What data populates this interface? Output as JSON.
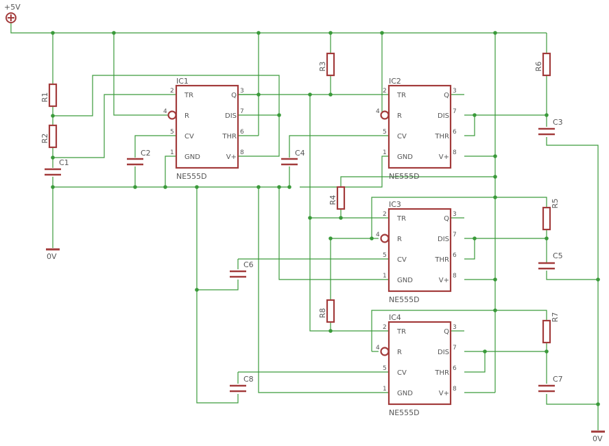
{
  "supply": {
    "label": "+5V"
  },
  "grounds": [
    "0V",
    "0V"
  ],
  "chip_pins": {
    "tr": "TR",
    "q": "Q",
    "r": "R",
    "dis": "DIS",
    "cv": "CV",
    "thr": "THR",
    "gnd": "GND",
    "vcc": "V+"
  },
  "pin_numbers": {
    "tr": "2",
    "q": "3",
    "r": "4",
    "dis": "7",
    "cv": "5",
    "thr": "6",
    "gnd": "1",
    "vcc": "8"
  },
  "chips": [
    {
      "name": "IC1",
      "type": "NE555D"
    },
    {
      "name": "IC2",
      "type": "NE555D"
    },
    {
      "name": "IC3",
      "type": "NE555D"
    },
    {
      "name": "IC4",
      "type": "NE555D"
    }
  ],
  "resistors": [
    "R1",
    "R2",
    "R3",
    "R4",
    "R5",
    "R6",
    "R7",
    "R8"
  ],
  "capacitors": [
    "C1",
    "C2",
    "C3",
    "C4",
    "C5",
    "C6",
    "C7",
    "C8"
  ],
  "colors": {
    "wire": "#3a9a3a",
    "component": "#a23a3a",
    "text": "#555555"
  }
}
